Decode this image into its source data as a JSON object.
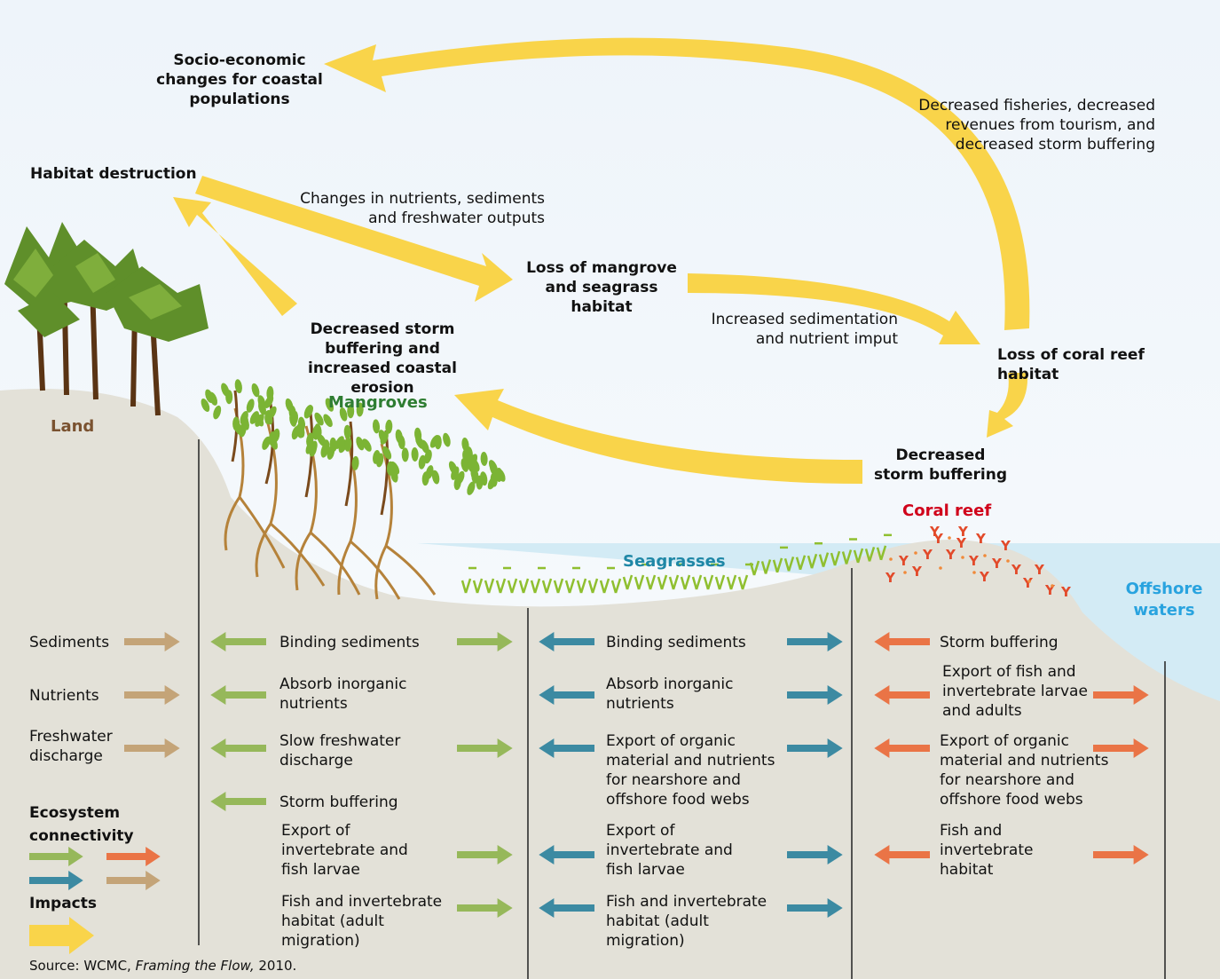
{
  "colors": {
    "impact": "#f9d44a",
    "mangrove": "#96b85a",
    "seagrass": "#3c8aa2",
    "coral": "#ea7446",
    "land": "#c4a478",
    "ground": "#e3e1d8",
    "water": "#d3ebf5",
    "mangrove_label": "#2e7d32",
    "seagrass_label": "#1f87a6",
    "coral_label": "#d0021b",
    "offshore_label": "#29a3df",
    "land_label": "#7a5230"
  },
  "impacts": {
    "socio_economic": "Socio-economic changes for coastal populations",
    "habitat_destruction": "Habitat destruction",
    "nutrients_change": "Changes in nutrients, sediments and freshwater outputs",
    "loss_mangrove": "Loss of mangrove and seagrass habitat",
    "decreased_fisheries": "Decreased fisheries, decreased revenues from tourism, and decreased storm buffering",
    "sedimentation": "Increased sedimentation and nutrient imput",
    "loss_coral": "Loss of coral reef habitat",
    "storm_erosion": "Decreased storm buffering and increased coastal erosion",
    "storm_buffering": "Decreased storm buffering"
  },
  "zones": {
    "land": "Land",
    "mangroves": "Mangroves",
    "seagrasses": "Seagrasses",
    "coral_reef": "Coral reef",
    "offshore": "Offshore waters"
  },
  "land_items": [
    "Sediments",
    "Nutrients",
    "Freshwater discharge"
  ],
  "mangrove_items": [
    "Binding sediments",
    "Absorb inorganic nutrients",
    "Slow freshwater discharge",
    "Storm buffering",
    "Export of invertebrate and fish larvae",
    "Fish and invertebrate habitat (adult migration)"
  ],
  "seagrass_items": [
    "Binding sediments",
    "Absorb inorganic nutrients",
    "Export of organic material and nutrients for nearshore and offshore food webs",
    "Export of invertebrate and fish larvae",
    "Fish and invertebrate habitat (adult migration)"
  ],
  "coral_items": [
    "Storm buffering",
    "Export of fish and invertebrate larvae and adults",
    "Export of organic material and nutrients for nearshore and offshore food webs",
    "Fish and invertebrate habitat"
  ],
  "legend": {
    "connectivity": "Ecosystem connectivity",
    "impacts": "Impacts"
  },
  "source": {
    "prefix": "Source: WCMC, ",
    "title": "Framing the Flow,",
    "year": " 2010."
  }
}
